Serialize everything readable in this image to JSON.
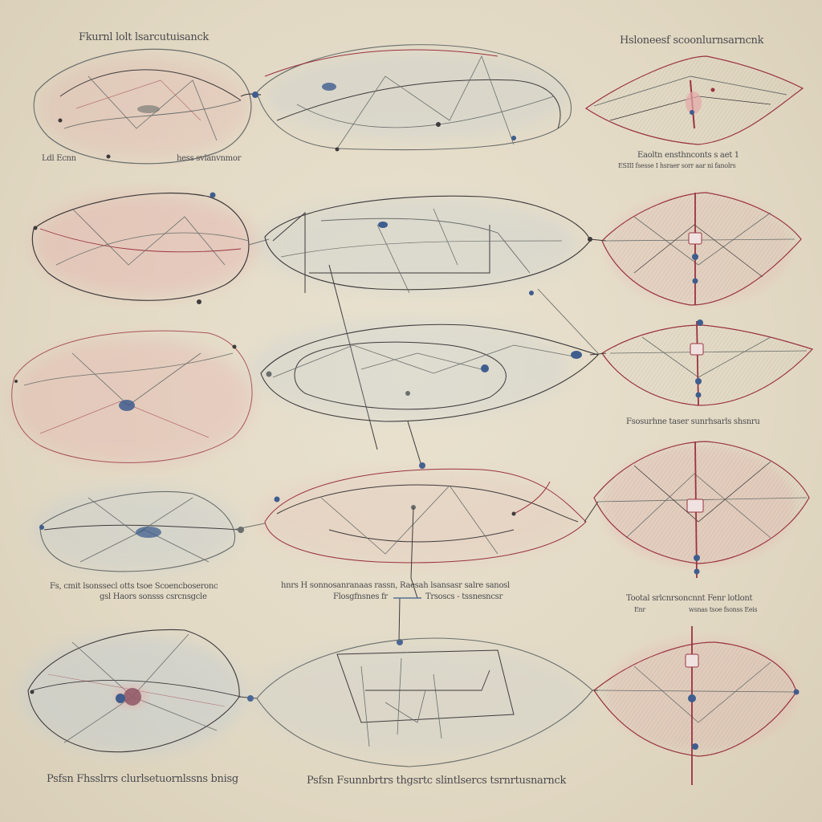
{
  "captions": {
    "top_left_title": "Fkurnl lolt lsarcutuisanck",
    "top_right_title": "Hsloneesf scoonlurnsarncnk",
    "row1_left_a": "Ldl Ecnn",
    "row1_left_b": "hess svlanvnmor",
    "row1_right_a": "Eaoltn ensthnconts s aet 1",
    "row1_right_b": "ESIII fsesse I hsraer sorr aar ni fanolrs",
    "row3_right": "Fsosurhne taser sunrhsarls shsnru",
    "row4_left_a": "Fs, cmit lsonssecl otts tsoe Scoencboseronc",
    "row4_left_b": "gsl Haors sonsss csrcnsgcle",
    "row4_mid_a": "hnrs H sonnosanranaas rassn, Raesah lsansasr salre sanosl",
    "row4_mid_b": "Flosgfnsnes fr",
    "row4_mid_c": "Trsoscs - tssnesncsr",
    "row4_right_a": "Tootal srlcnrsoncnnt Fenr lotlont",
    "row4_right_b": "Enr",
    "row4_right_c": "wsnas tsoe fsonss Eeis",
    "bottom_left": "Psfsn Fhsslrrs clurlsetuornlssns bnisg",
    "bottom_mid": "Psfsn Fsunnbrtrs thgsrtc slintlsercs tsrnrtusnarnck"
  },
  "colors": {
    "paper": "#e4dcc8",
    "ink": "#4a4a4e",
    "red_wire": "#9a3340",
    "gray_wire": "#6a6e6c",
    "dark_wire": "#3e3a3c",
    "blue_node": "#3f5d8e",
    "pink_wash": "#e6a8a8",
    "blue_wash": "#b8c9d8"
  }
}
